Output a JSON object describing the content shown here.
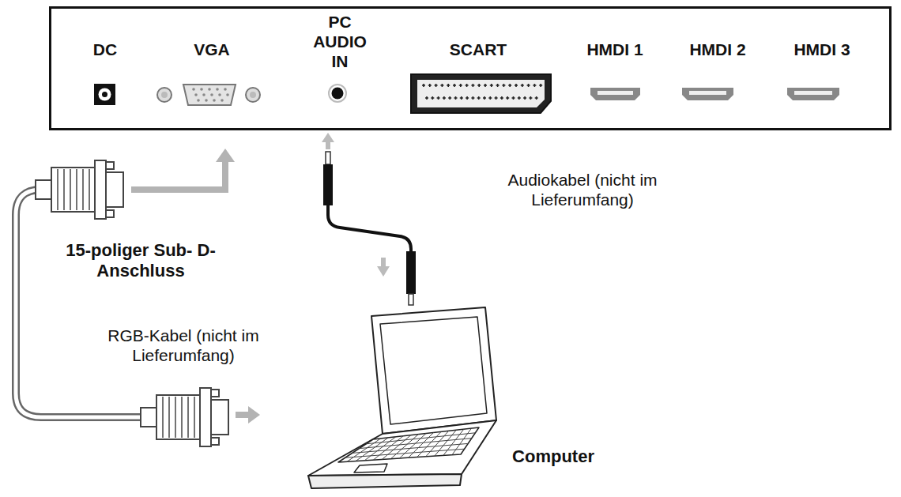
{
  "diagram": {
    "nodes": [
      {
        "text": [
          "DC",
          "VGA",
          "PC AUDIO IN",
          "SCART",
          "HMDI 1",
          "HMDI 2",
          "HMDI 3"
        ]
      }
    ],
    "labels": [
      "15-poliger Sub- D-Anschluss",
      "RGB-Kabel (nicht im Lieferumfang)",
      "Audiokabel (nicht im Lieferumfang)",
      "Computer"
    ]
  }
}
